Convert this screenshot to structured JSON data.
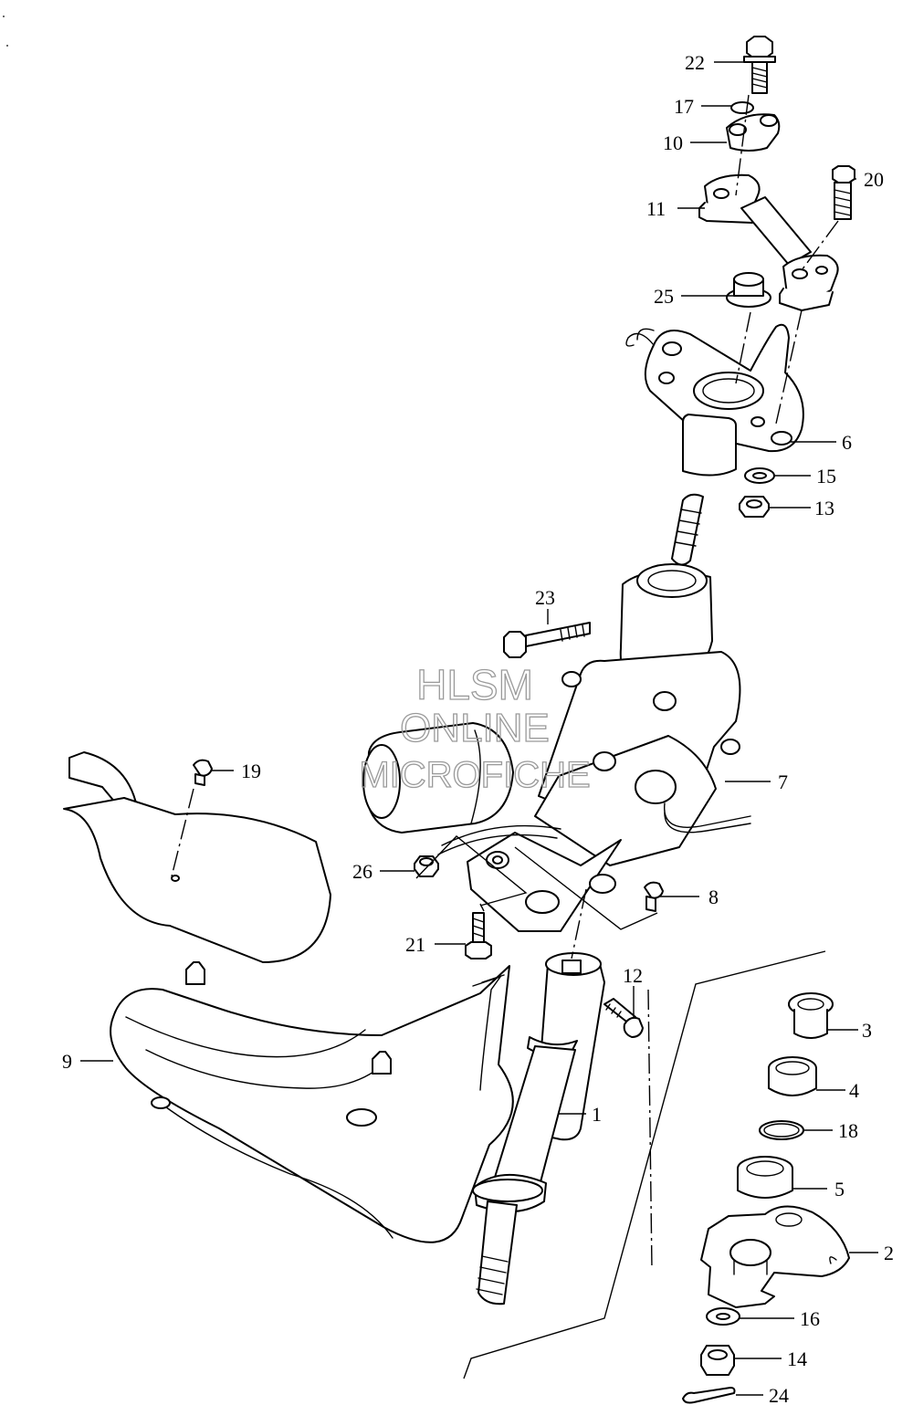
{
  "watermark": {
    "line1": "HLSM",
    "line2": "ONLINE",
    "line3": "MICROFICHE"
  },
  "callouts": [
    {
      "num": "1"
    },
    {
      "num": "2"
    },
    {
      "num": "3"
    },
    {
      "num": "4"
    },
    {
      "num": "5"
    },
    {
      "num": "6"
    },
    {
      "num": "7"
    },
    {
      "num": "8"
    },
    {
      "num": "9"
    },
    {
      "num": "10"
    },
    {
      "num": "11"
    },
    {
      "num": "12"
    },
    {
      "num": "13"
    },
    {
      "num": "14"
    },
    {
      "num": "15"
    },
    {
      "num": "16"
    },
    {
      "num": "17"
    },
    {
      "num": "18"
    },
    {
      "num": "19"
    },
    {
      "num": "20"
    },
    {
      "num": "21"
    },
    {
      "num": "22"
    },
    {
      "num": "23"
    },
    {
      "num": "24"
    },
    {
      "num": "25"
    },
    {
      "num": "26"
    }
  ]
}
